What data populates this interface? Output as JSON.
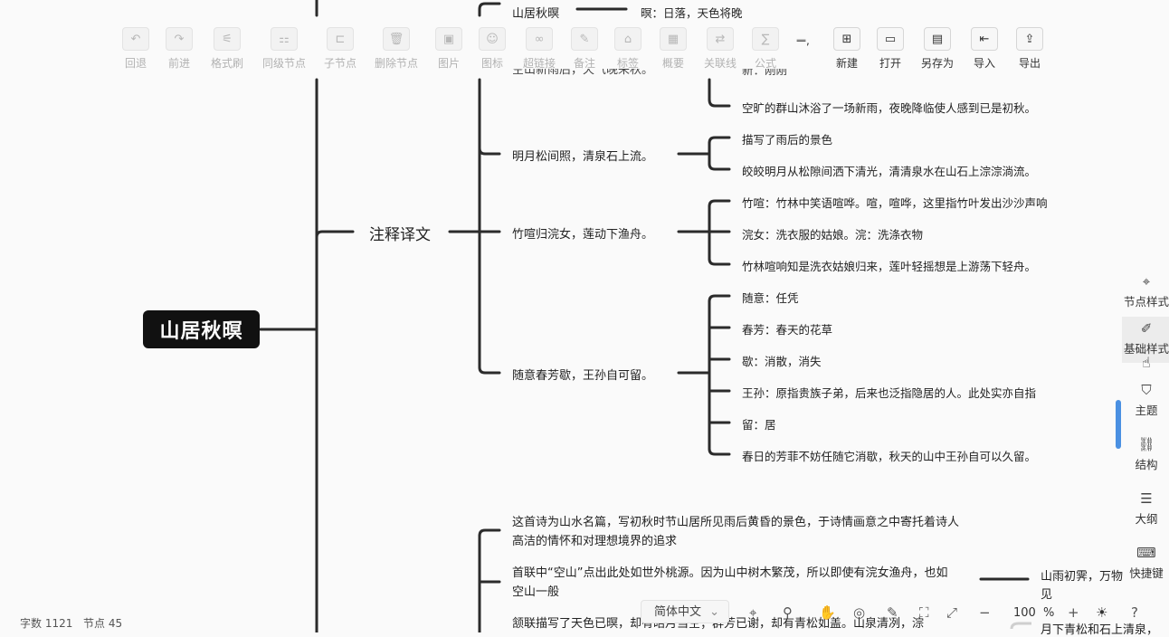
{
  "mindmap": {
    "root": "山居秋暝",
    "top_partial": {
      "l3": "山居秋暝",
      "l4": "暝：日落，天色将晚",
      "l3_cut": "空山新雨后，天气晚来秋。",
      "l4_cut": "新：刚刚"
    },
    "branch": "注释译文",
    "lines": [
      {
        "text": "明月松间照，清泉石上流。",
        "children": [
          "描写了雨后的景色",
          "皎皎明月从松隙间洒下清光，清清泉水在山石上淙淙淌流。"
        ]
      },
      {
        "text": "竹喧归浣女，莲动下渔舟。",
        "children": [
          "竹喧：竹林中笑语喧哗。喧，喧哗，这里指竹叶发出沙沙声响",
          "浣女：洗衣服的姑娘。浣：洗涤衣物",
          "竹林喧响知是洗衣姑娘归来，莲叶轻摇想是上游荡下轻舟。"
        ]
      },
      {
        "text": "随意春芳歇，王孙自可留。",
        "children": [
          "随意：任凭",
          "春芳：春天的花草",
          "歇：消散，消失",
          "王孙：原指贵族子弟，后来也泛指隐居的人。此处实亦自指",
          "留：居",
          "春日的芳菲不妨任随它消歇，秋天的山中王孙自可以久留。"
        ]
      }
    ],
    "prev_child": "空旷的群山沐浴了一场新雨，夜晚降临使人感到已是初秋。",
    "appreciation": [
      "这首诗为山水名篇，写初秋时节山居所见雨后黄昏的景色，于诗情画意之中寄托着诗人高洁的情怀和对理想境界的追求",
      "首联中“空山”点出此处如世外桃源。因为山中树木繁茂，所以即使有浣女渔舟，也如空山一般",
      "颔联描写了天色已暝，却有皓月当空；群芳已谢，却有青松如盖。山泉清冽，淙"
    ],
    "right_cut": [
      "山雨初霁，万物",
      "见",
      "月下青松和石上清泉，"
    ]
  },
  "toolbar": {
    "tools": [
      {
        "label": "回退",
        "icon": "undo-icon",
        "glyph": "↶"
      },
      {
        "label": "前进",
        "icon": "redo-icon",
        "glyph": "↷"
      },
      {
        "label": "格式刷",
        "icon": "format-brush-icon",
        "glyph": "⚟"
      },
      {
        "label": "同级节点",
        "icon": "sibling-node-icon",
        "glyph": "⚏"
      },
      {
        "label": "子节点",
        "icon": "child-node-icon",
        "glyph": "⊏"
      },
      {
        "label": "删除节点",
        "icon": "delete-icon",
        "glyph": "🗑"
      },
      {
        "label": "图片",
        "icon": "image-icon",
        "glyph": "▣"
      },
      {
        "label": "图标",
        "icon": "emoji-icon",
        "glyph": "☺"
      },
      {
        "label": "超链接",
        "icon": "link-icon",
        "glyph": "∞"
      },
      {
        "label": "备注",
        "icon": "note-icon",
        "glyph": "✎"
      },
      {
        "label": "标签",
        "icon": "tag-icon",
        "glyph": "⌂"
      },
      {
        "label": "概要",
        "icon": "summary-icon",
        "glyph": "▦"
      },
      {
        "label": "关联线",
        "icon": "association-line-icon",
        "glyph": "⇄"
      },
      {
        "label": "公式",
        "icon": "formula-icon",
        "glyph": "∑"
      },
      {
        "label": "新建",
        "icon": "new-file-icon",
        "glyph": "⊞"
      },
      {
        "label": "打开",
        "icon": "open-folder-icon",
        "glyph": "▭"
      },
      {
        "label": "另存为",
        "icon": "save-as-icon",
        "glyph": "▤"
      },
      {
        "label": "导入",
        "icon": "import-icon",
        "glyph": "⇤"
      },
      {
        "label": "导出",
        "icon": "export-icon",
        "glyph": "⇪"
      }
    ]
  },
  "sidebar": {
    "items": [
      {
        "label": "节点样式",
        "icon": "node-style-icon",
        "glyph": "⌖"
      },
      {
        "label": "基础样式",
        "icon": "base-style-icon",
        "glyph": "✐"
      },
      {
        "label": "主题",
        "icon": "theme-shirt-icon",
        "glyph": "⛉"
      },
      {
        "label": "结构",
        "icon": "structure-icon",
        "glyph": "⛓"
      },
      {
        "label": "大纲",
        "icon": "outline-icon",
        "glyph": "☰"
      },
      {
        "label": "快捷键",
        "icon": "keyboard-icon",
        "glyph": "⌨"
      }
    ]
  },
  "status": {
    "word_count_label": "字数",
    "word_count": "1121",
    "node_count_label": "节点",
    "node_count": "45"
  },
  "bottombar": {
    "language": "简体中文",
    "zoom": "100",
    "zoom_unit": "%"
  },
  "colors": {
    "accent": "#4a90e2",
    "line": "#2b2b2b",
    "root_bg": "#111111"
  }
}
